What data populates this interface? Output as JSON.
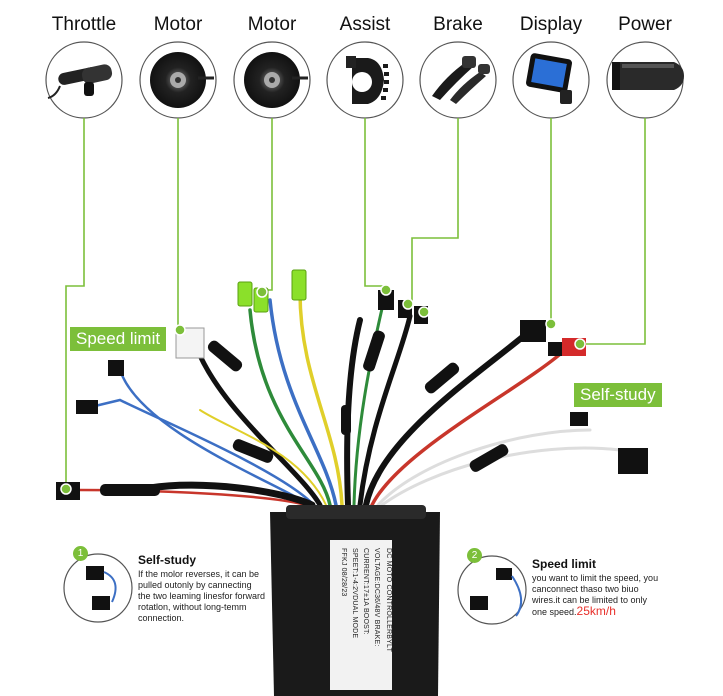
{
  "components": [
    {
      "id": "throttle",
      "label": "Throttle",
      "icon": "throttle-grip-icon"
    },
    {
      "id": "motor1",
      "label": "Motor",
      "icon": "hub-motor-icon"
    },
    {
      "id": "motor2",
      "label": "Motor",
      "icon": "hub-motor-icon"
    },
    {
      "id": "assist",
      "label": "Assist",
      "icon": "pas-sensor-icon"
    },
    {
      "id": "brake",
      "label": "Brake",
      "icon": "brake-lever-icon"
    },
    {
      "id": "display",
      "label": "Display",
      "icon": "lcd-display-icon"
    },
    {
      "id": "power",
      "label": "Power",
      "icon": "battery-pack-icon"
    }
  ],
  "tags": {
    "speed_limit": "Speed limit",
    "self_study": "Self-study"
  },
  "notes": {
    "self_study": {
      "number": "1",
      "title": "Self-study",
      "text": "If the molor reverses, it can be pulled outonly by cannecting the two leaming linesfor forward rotatlon, without long-temm connection."
    },
    "speed_limit": {
      "number": "2",
      "title": "Speed limit",
      "text": "you want to limit the speed, you canconnect thaso two biuo wires.it can be limited to only one speed.",
      "highlight": "25km/h"
    }
  },
  "controller": {
    "lines": [
      "DC MOTO CONTROLLERBYLT",
      "VOLTAGE:DC36/48V   BRAKE:",
      "CURRENT:17±1A   BOOST:",
      "SPEET:1-4:2VDUAL MODE",
      "FFKJ                08/28/23"
    ]
  },
  "colors": {
    "accent": "#7cbf3a",
    "highlight": "#e8302a",
    "connector_green": "#8be02a"
  }
}
